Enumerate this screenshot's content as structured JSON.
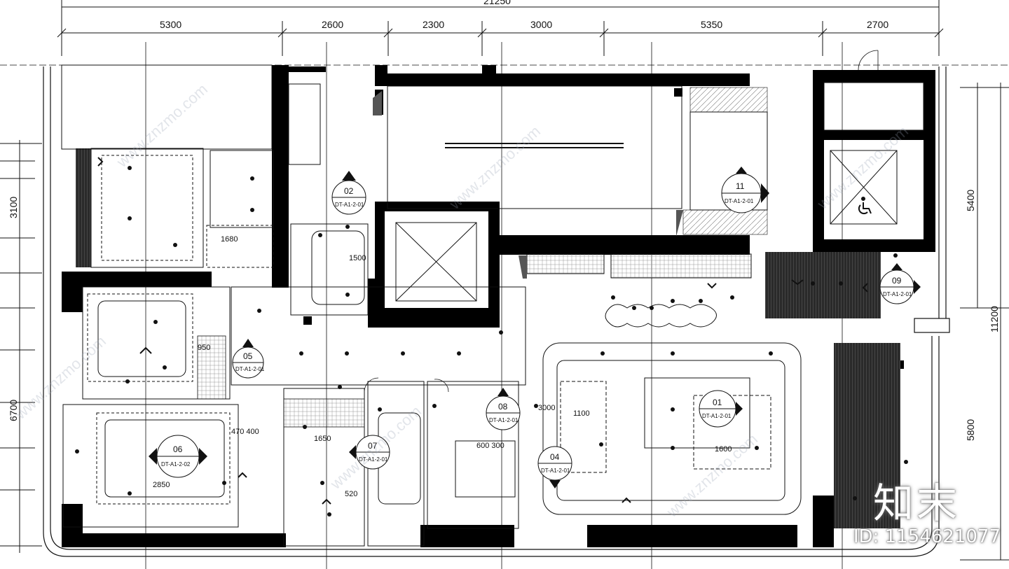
{
  "drawing": {
    "total_dimension": "21250",
    "top_dimensions": [
      "5300",
      "2600",
      "2300",
      "3000",
      "5350",
      "2700"
    ],
    "left_dimensions": [
      "3100",
      "6700"
    ],
    "right_dimensions": [
      "5400",
      "11200",
      "5800"
    ]
  },
  "labels": {
    "dims": [
      "1680",
      "950",
      "1650",
      "2850",
      "1100",
      "1600",
      "1500",
      "470 400",
      "600 300",
      "520",
      "3000"
    ]
  },
  "section_tags": [
    {
      "num": "02",
      "ref": "DT-A1-2-01"
    },
    {
      "num": "11",
      "ref": "DT-A1-2-01"
    },
    {
      "num": "05",
      "ref": "DT-A1-2-01"
    },
    {
      "num": "06",
      "ref": "DT-A1-2-02"
    },
    {
      "num": "07",
      "ref": "DT-A1-2-01"
    },
    {
      "num": "08",
      "ref": "DT-A1-2-01"
    },
    {
      "num": "04",
      "ref": "DT-A1-2-01"
    },
    {
      "num": "01",
      "ref": "DT-A1-2-01"
    },
    {
      "num": "09",
      "ref": "DT-A1-2-01"
    }
  ],
  "watermark": {
    "site": "www.znzmo.com",
    "brand": "知末",
    "id": "ID: 1154621077"
  }
}
